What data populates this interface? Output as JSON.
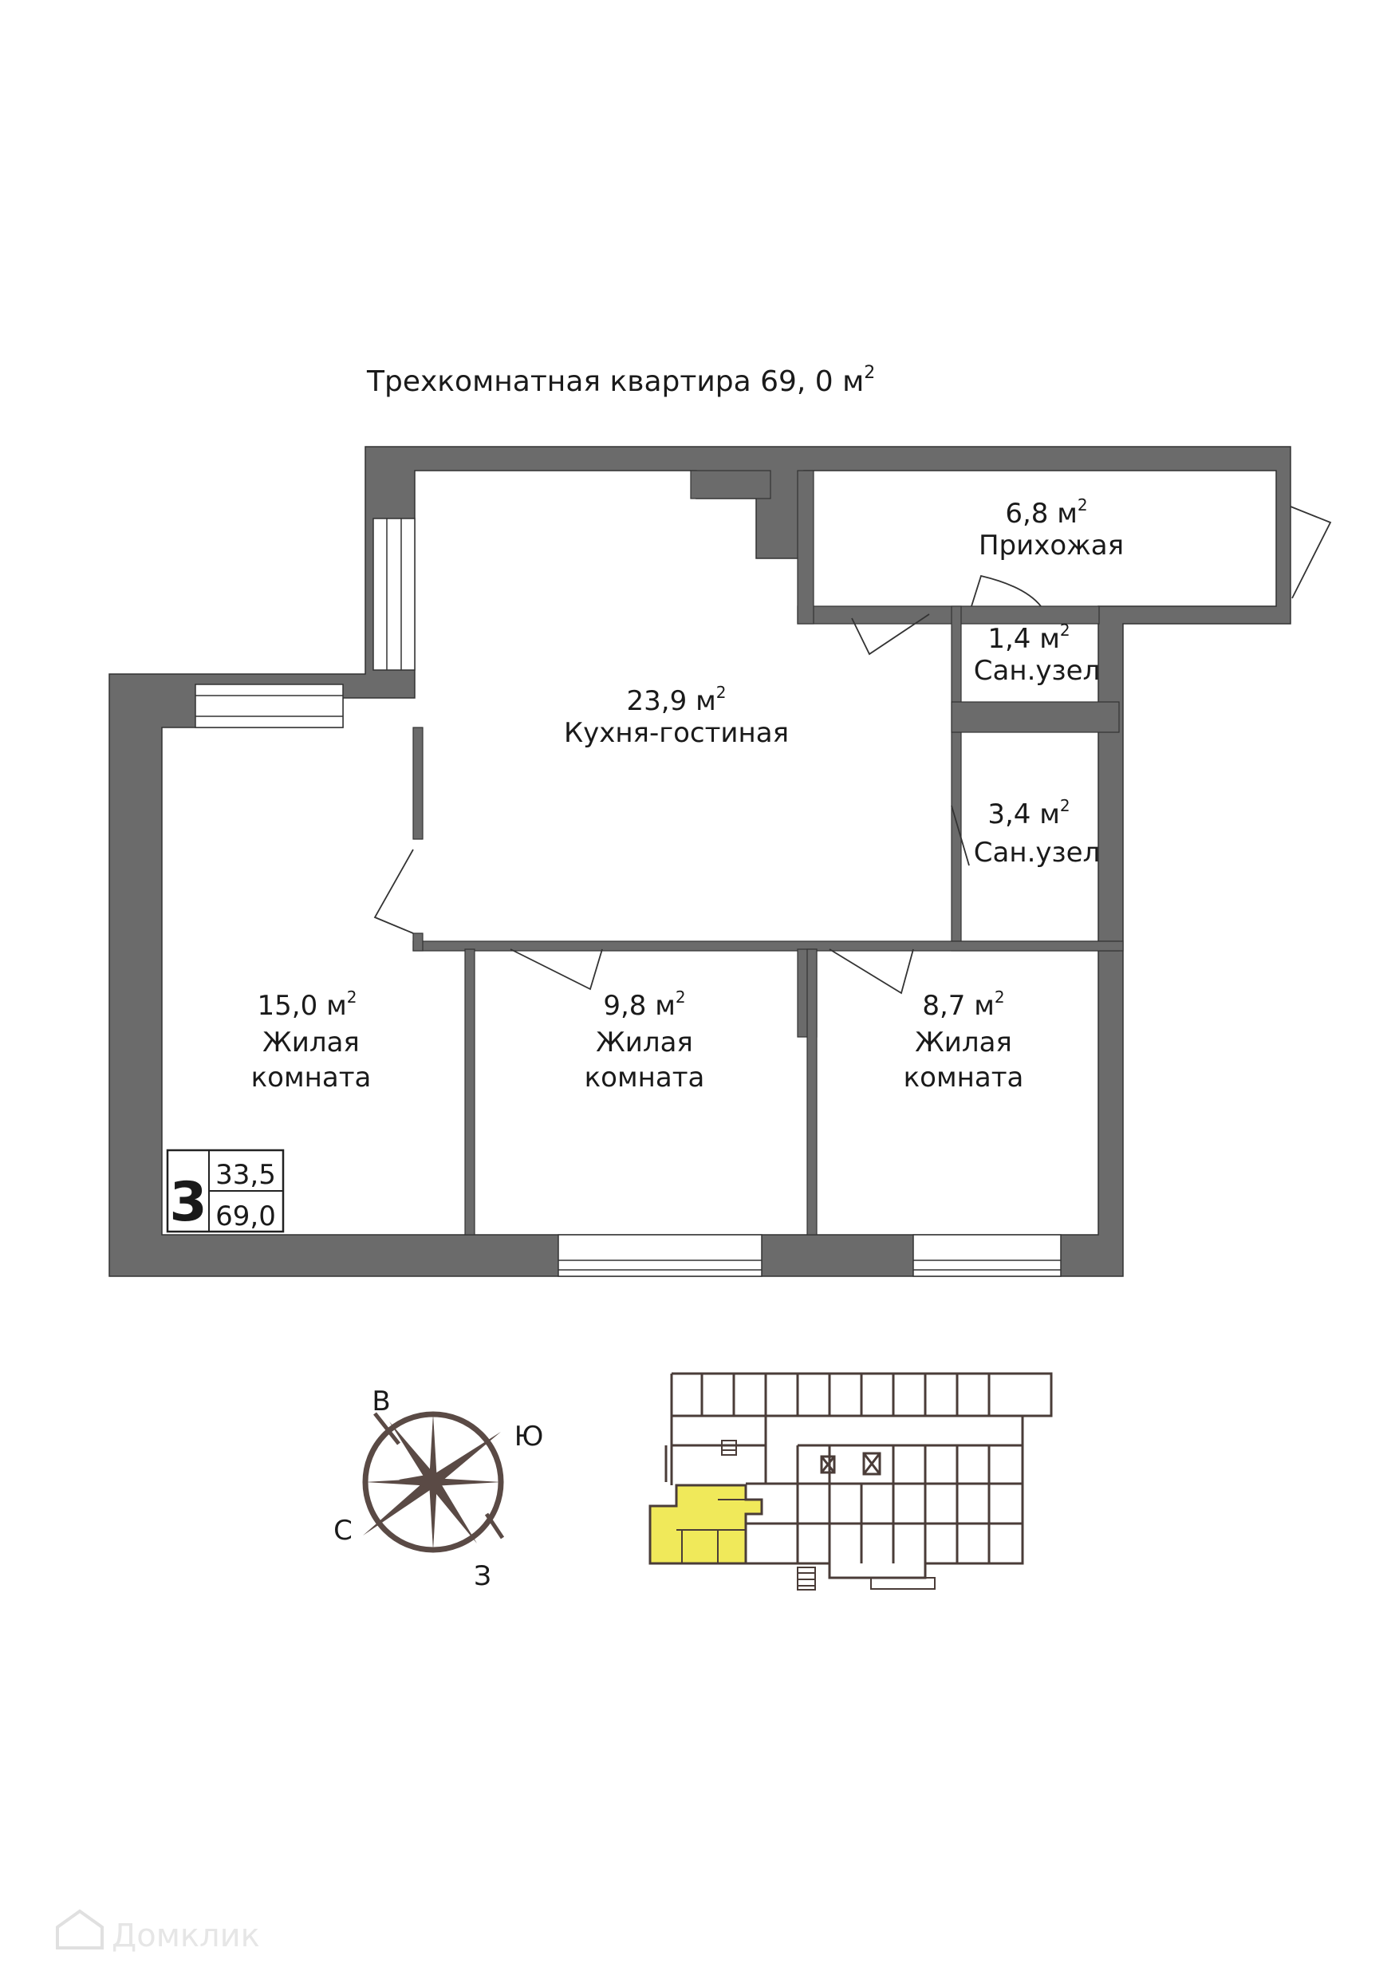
{
  "title": {
    "main": "Трехкомнатная квартира 69, 0 м",
    "sup": "2"
  },
  "unit_suffix": "м",
  "unit_sup": "2",
  "rooms": [
    {
      "id": "kitchen",
      "area": "23,9",
      "lines": [
        "Кухня-гостиная"
      ]
    },
    {
      "id": "hallway",
      "area": "6,8",
      "lines": [
        "Прихожая"
      ]
    },
    {
      "id": "bath1",
      "area": "1,4",
      "lines": [
        "Сан.узел"
      ]
    },
    {
      "id": "bath2",
      "area": "3,4",
      "lines": [
        "Сан.узел"
      ]
    },
    {
      "id": "bedroom1",
      "area": "15,0",
      "lines": [
        "Жилая",
        "комната"
      ]
    },
    {
      "id": "bedroom2",
      "area": "9,8",
      "lines": [
        "Жилая",
        "комната"
      ]
    },
    {
      "id": "bedroom3",
      "area": "8,7",
      "lines": [
        "Жилая",
        "комната"
      ]
    }
  ],
  "badge": {
    "rooms": "3",
    "living_area": "33,5",
    "total_area": "69,0"
  },
  "compass": {
    "labels": {
      "north_like": "В",
      "east_like": "Ю",
      "south_like": "З",
      "west_like": "С"
    }
  },
  "watermark": "Домклик",
  "colors": {
    "wall": "#6b6b6b",
    "compass": "#5a4a45",
    "highlight": "#f0e95a",
    "key_line": "#4a3c38"
  }
}
